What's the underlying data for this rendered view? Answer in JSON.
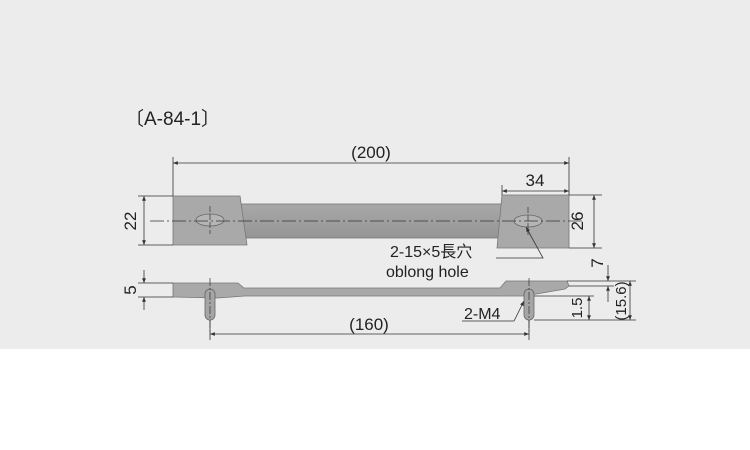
{
  "title": "〔A-84-1〕",
  "dims": {
    "overall_length": "(200)",
    "end_cap_length": "34",
    "left_height": "22",
    "right_height": "26",
    "hole_note": "2-15×5長穴",
    "hole_note_en": "oblong hole",
    "thickness": "5",
    "side_height": "7",
    "boss": "1.5",
    "total_height": "(15.6)",
    "pitch": "(160)",
    "thread": "2-M4"
  }
}
